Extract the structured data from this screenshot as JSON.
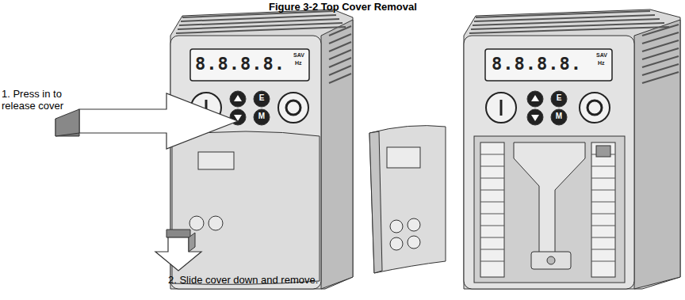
{
  "diagram": {
    "title": "Figure 3-2 Top Cover Removal",
    "labels": [
      "1. Press in to release cover",
      "2. Slide cover down and remove.",
      "8.8.8.8.",
      "SAV",
      "Hz",
      "E",
      "M",
      "8.8.8.8.",
      "SAV",
      "Hz",
      "E",
      "M"
    ]
  }
}
